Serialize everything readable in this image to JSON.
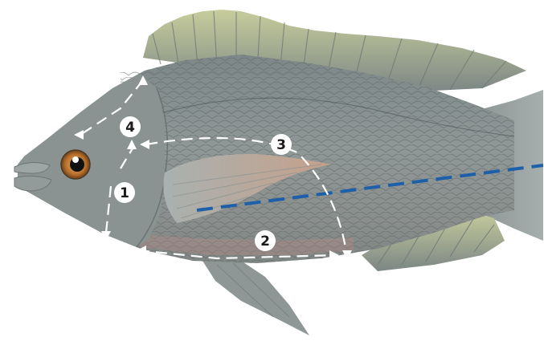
{
  "diagram": {
    "colors": {
      "background": "#ffffff",
      "body": "#8c9494",
      "body_dark": "#6f7878",
      "fins": "#9aa4a3",
      "fin_tips": "#c9cf9a",
      "eye": "#c0772d",
      "measure_line": "#1d5fa8",
      "path_arrows": "#ffffff"
    },
    "steps": [
      {
        "id": "1",
        "label": "1"
      },
      {
        "id": "2",
        "label": "2"
      },
      {
        "id": "3",
        "label": "3"
      },
      {
        "id": "4",
        "label": "4"
      }
    ]
  }
}
